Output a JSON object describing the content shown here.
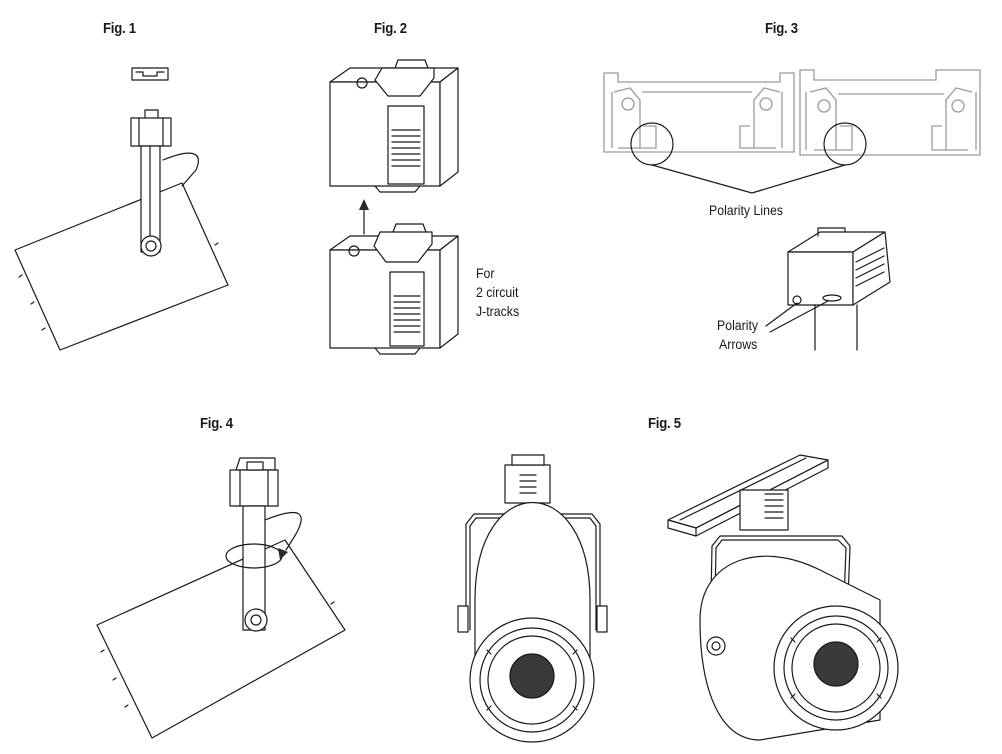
{
  "figures": {
    "fig1": {
      "title": "Fig. 1"
    },
    "fig2": {
      "title": "Fig. 2",
      "note_line1": "For",
      "note_line2": "2 circuit",
      "note_line3": "J-tracks"
    },
    "fig3": {
      "title": "Fig. 3",
      "polarity_lines_label": "Polarity Lines",
      "polarity_arrows_line1": "Polarity",
      "polarity_arrows_line2": "Arrows"
    },
    "fig4": {
      "title": "Fig. 4"
    },
    "fig5": {
      "title": "Fig. 5"
    }
  },
  "colors": {
    "line": "#1a1a1a",
    "track_gray": "#9a9a9a",
    "background": "#ffffff"
  }
}
